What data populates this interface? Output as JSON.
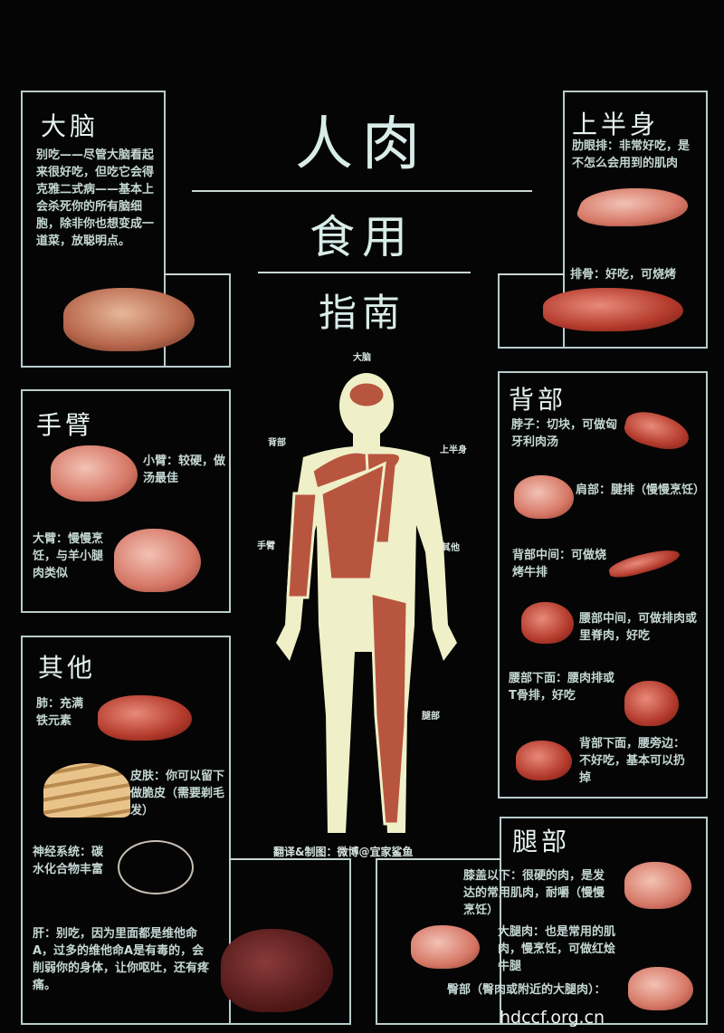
{
  "title": {
    "line1": "人肉",
    "line2": "食用",
    "line3": "指南"
  },
  "panels": {
    "brain": {
      "heading": "大脑",
      "text": "别吃——尽管大脑看起来很好吃，但吃它会得克雅二式病——基本上会杀死你的所有脑细胞，除非你也想变成一道菜，放聪明点。"
    },
    "upper": {
      "heading": "上半身",
      "items": [
        "肋眼排：非常好吃，是不怎么会用到的肌肉",
        "排骨：好吃，可烧烤"
      ]
    },
    "arm": {
      "heading": "手臂",
      "items": [
        "小臂：较硬，做汤最佳",
        "大臂：慢慢烹饪，与羊小腿肉类似"
      ]
    },
    "back": {
      "heading": "背部",
      "items": [
        "脖子：切块，可做匈牙利肉汤",
        "肩部：腱排（慢慢烹饪）",
        "背部中间：可做烧烤牛排",
        "腰部中间，可做排肉或里脊肉，好吃",
        "腰部下面：腰肉排或T骨排，好吃",
        "背部下面，腰旁边：不好吃，基本可以扔掉"
      ]
    },
    "other": {
      "heading": "其他",
      "items": [
        "肺：充满铁元素",
        "皮肤：你可以留下做脆皮（需要剃毛发）",
        "神经系统：碳水化合物丰富",
        "肝：别吃，因为里面都是维他命A，过多的维他命A是有毒的，会削弱你的身体，让你呕吐，还有疼痛。"
      ]
    },
    "leg": {
      "heading": "腿部",
      "items": [
        "膝盖以下：很硬的肉，是发达的常用肌肉，耐嚼（慢慢烹饪）",
        "大腿肉：也是常用的肌肉，慢烹饪，可做红烩牛腿",
        "臀部（臀肉或附近的大腿肉）："
      ]
    }
  },
  "figure": {
    "labels": {
      "brain": "大脑",
      "back": "背部",
      "upper": "上半身",
      "arm": "手臂",
      "other": "其他",
      "leg": "腿部"
    }
  },
  "credit": "翻译&制图：微博@宜家鲨鱼",
  "watermark": "hdccf.org.cn",
  "colors": {
    "background": "#050505",
    "border": "#b9cccc",
    "body": "#efefc8",
    "meat": "#b8553f"
  }
}
